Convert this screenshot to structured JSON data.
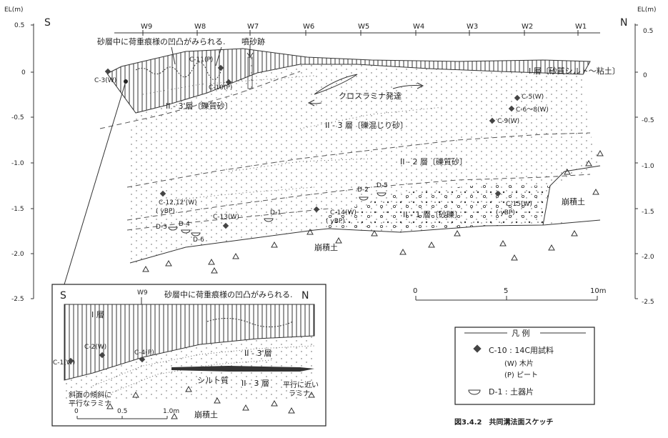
{
  "directions": {
    "south": "S",
    "north": "N"
  },
  "axis": {
    "unit_label": "EL(m)",
    "ticks": [
      "0.5",
      "0",
      "-0.5",
      "-1.0",
      "-1.5",
      "-2.0",
      "-2.5"
    ]
  },
  "stations": [
    "W9",
    "W8",
    "W7",
    "W6",
    "W5",
    "W4",
    "W3",
    "W2",
    "W1"
  ],
  "annotations": {
    "top_note": "砂層中に荷重痕様の凹凸がみられる.",
    "sand_boil": "噴砂跡",
    "cross_lamina": "クロスラミナ発達",
    "colluvium": "崩積土"
  },
  "layers": {
    "layer1": "I 層〔砂質シルト～粘土〕",
    "layer2_3p": "II - 3'層〔礫質砂〕",
    "layer2_3": "II - 3 層〔礫混じり砂〕",
    "layer2_2": "II - 2 層〔礫質砂〕",
    "layer2_1": "II - 1 層〔砂礫〕"
  },
  "samples": {
    "c3": "C-3(W)",
    "c11": "C-11(P)",
    "c10": "C-10(P)",
    "c5": "C-5(W)",
    "c6_8": "C-6～8(W)",
    "c9": "C-9(W)",
    "c12": "C-12,12'(W)",
    "c12_age": "(        yBP)",
    "c13": "C-13(W)",
    "c14": "C-14(W)",
    "c14_age": "(        yBP)",
    "c15": "C-15(W)",
    "c15_age": "(        yBP)"
  },
  "sherds": {
    "d1": "D-1",
    "d2": "D-2",
    "d3": "D-3",
    "d4": "D-4",
    "d5": "D-5",
    "d6": "D-6"
  },
  "main_scale": {
    "ticks": [
      "0",
      "5",
      "10m"
    ]
  },
  "inset": {
    "south": "S",
    "north": "N",
    "station": "W9",
    "note": "砂層中に荷重痕様の凹凸がみられる.",
    "layer1": "I 層",
    "layer2_3p": "II - 3'層",
    "layer2_3": "II - 3 層",
    "silt": "シルト質",
    "c1": "C-1(W)",
    "c2": "C-2(W)",
    "c4": "C-4(P)",
    "slope_lamina": "斜面の傾斜に\n平行なラミナ",
    "slope_lamina_1": "斜面の傾斜に",
    "slope_lamina_2": "平行なラミナ",
    "flat_lamina_1": "平行に近い",
    "flat_lamina_2": "ラミナ",
    "colluvium": "崩積土",
    "scale": [
      "0",
      "0.5",
      "1.0m"
    ]
  },
  "legend": {
    "title": "凡 例",
    "sample_code": "C-10 : 14C用試料",
    "wood": "(W) 木片",
    "peat": "(P) ピート",
    "sherd": "D-1 : 土器片"
  },
  "caption": "図3.4.2　共同溝法面スケッチ"
}
